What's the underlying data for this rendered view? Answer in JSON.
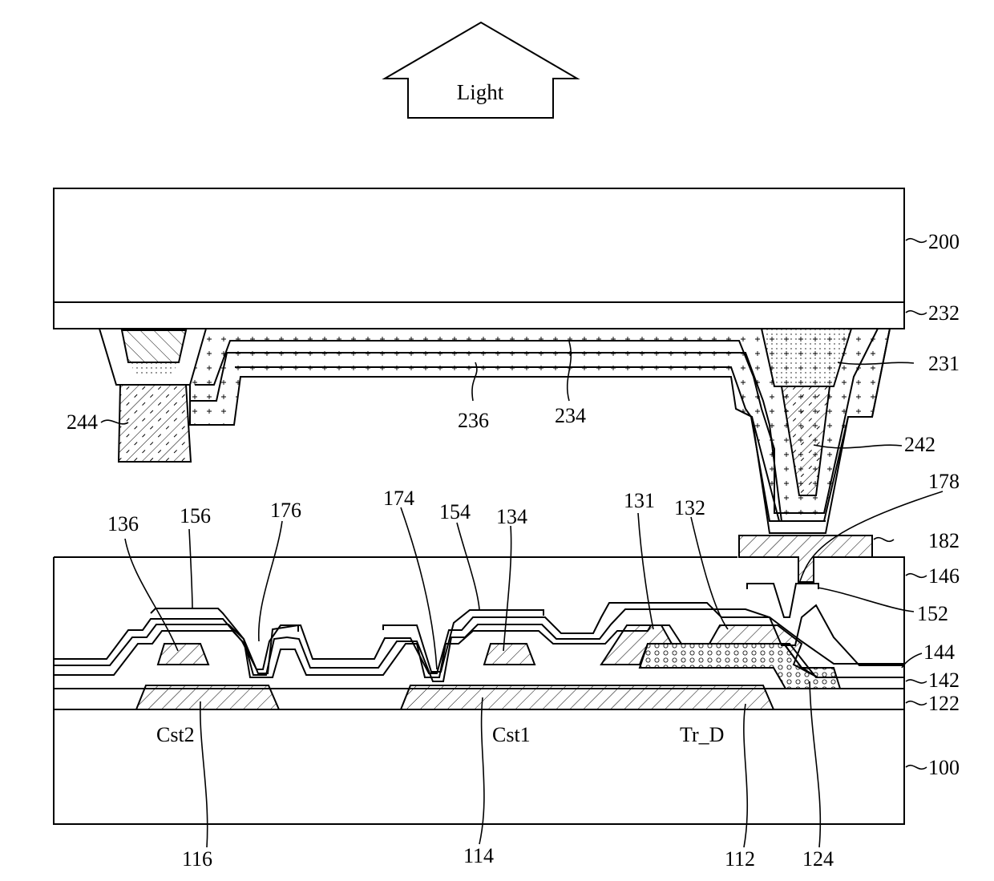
{
  "arrow": {
    "label": "Light"
  },
  "labels": {
    "l200": "200",
    "l232": "232",
    "l231": "231",
    "l242": "242",
    "l236": "236",
    "l234": "234",
    "l244": "244",
    "l178": "178",
    "l182": "182",
    "l146": "146",
    "l152": "152",
    "l144": "144",
    "l142": "142",
    "l122": "122",
    "l100": "100",
    "l136": "136",
    "l156": "156",
    "l176": "176",
    "l174": "174",
    "l154": "154",
    "l134": "134",
    "l131": "131",
    "l132": "132",
    "lCst2": "Cst2",
    "lCst1": "Cst1",
    "lTrD": "Tr_D",
    "l116": "116",
    "l114": "114",
    "l112": "112",
    "l124": "124"
  }
}
